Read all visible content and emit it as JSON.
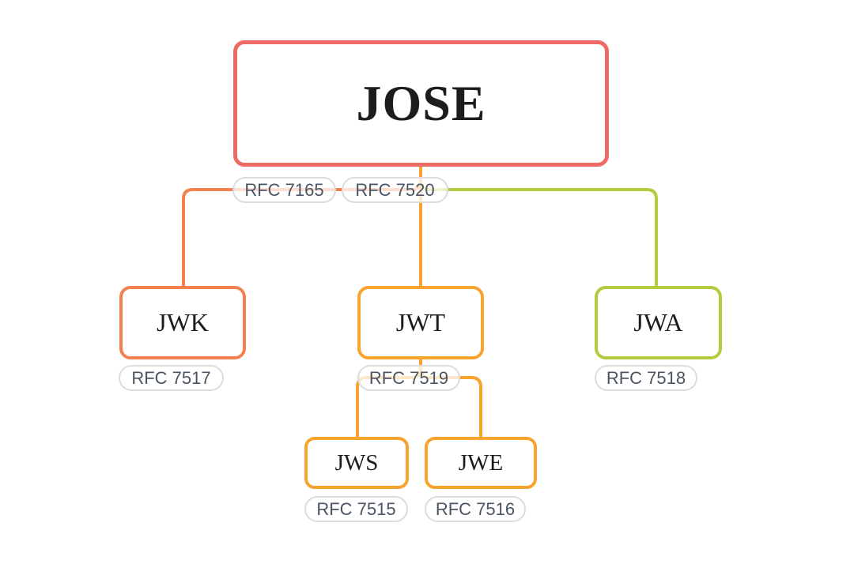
{
  "diagram": {
    "root": {
      "label": "JOSE",
      "rfcs": [
        "RFC 7165",
        "RFC 7520"
      ]
    },
    "children": [
      {
        "id": "jwk",
        "label": "JWK",
        "rfc": "RFC 7517"
      },
      {
        "id": "jwt",
        "label": "JWT",
        "rfc": "RFC 7519",
        "children": [
          {
            "id": "jws",
            "label": "JWS",
            "rfc": "RFC 7515"
          },
          {
            "id": "jwe",
            "label": "JWE",
            "rfc": "RFC 7516"
          }
        ]
      },
      {
        "id": "jwa",
        "label": "JWA",
        "rfc": "RFC 7518"
      }
    ]
  },
  "colors": {
    "background": "#ffffff",
    "jose-accent": "#ee6a64",
    "jwk-accent": "#f3814e",
    "jwt-accent": "#f7a32d",
    "jwa-accent": "#b5ca3c",
    "node-text": "#1d1d1f",
    "pill-border": "#dcdcdc",
    "pill-text": "#4a5563",
    "pill-bg": "rgba(255,255,255,0.75)"
  }
}
